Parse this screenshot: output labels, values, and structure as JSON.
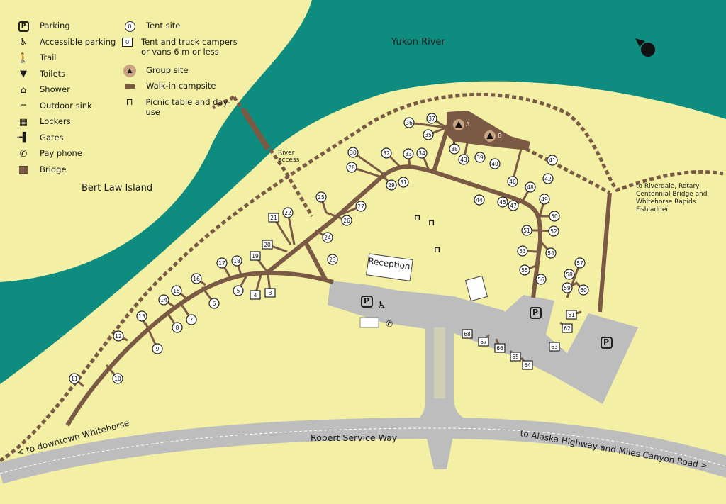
{
  "legend": {
    "left": [
      {
        "icon": "parking-icon",
        "glyph": "P",
        "label": "Parking"
      },
      {
        "icon": "accessible-parking-icon",
        "glyph": "♿",
        "label": "Accessible parking"
      },
      {
        "icon": "trail-icon",
        "glyph": "🚶",
        "label": "Trail"
      },
      {
        "icon": "toilets-icon",
        "glyph": "▼",
        "label": "Toilets"
      },
      {
        "icon": "shower-icon",
        "glyph": "⌂",
        "label": "Shower"
      },
      {
        "icon": "outdoor-sink-icon",
        "glyph": "⌐",
        "label": "Outdoor sink"
      },
      {
        "icon": "lockers-icon",
        "glyph": "▦",
        "label": "Lockers"
      },
      {
        "icon": "gates-icon",
        "glyph": "┅▌",
        "label": "Gates"
      },
      {
        "icon": "pay-phone-icon",
        "glyph": "✆",
        "label": "Pay phone"
      },
      {
        "icon": "bridge-icon",
        "glyph": "",
        "label": "Bridge"
      }
    ],
    "right": [
      {
        "icon": "tent-site-icon",
        "glyph": "0",
        "label": "Tent site"
      },
      {
        "icon": "camper-site-icon",
        "glyph": "0",
        "label": "Tent and truck campers or vans 6 m or less"
      },
      {
        "icon": "group-site-icon",
        "glyph": "▲",
        "label": "Group site"
      },
      {
        "icon": "walk-in-campsite-icon",
        "glyph": "",
        "label": "Walk-in campsite"
      },
      {
        "icon": "picnic-table-icon",
        "glyph": "⊓",
        "label": "Picnic table and day-use"
      }
    ]
  },
  "labels": {
    "river": "Yukon River",
    "island": "Bert Law Island",
    "river_access": "River access",
    "riverdale": "to Riverdale, Rotary Centennial Bridge and Whitehorse Rapids Fishladder",
    "reception": "Reception",
    "road": "Robert Service Way",
    "to_downtown": "< to downtown Whitehorse",
    "to_alaska": "to Alaska Highway and Miles Canyon Road >",
    "group_a": "A",
    "group_b": "B",
    "parking": "P"
  },
  "tent_sites": [
    "5",
    "6",
    "7",
    "8",
    "9",
    "10",
    "11",
    "12",
    "13",
    "14",
    "15",
    "16",
    "17",
    "18",
    "22",
    "23",
    "24",
    "25",
    "26",
    "27",
    "28",
    "29",
    "30",
    "31",
    "32",
    "33",
    "34",
    "35",
    "36",
    "37",
    "38",
    "39",
    "40",
    "41",
    "42",
    "43",
    "44",
    "45",
    "46",
    "47",
    "48",
    "49",
    "50",
    "51",
    "52",
    "53",
    "54",
    "55",
    "56",
    "57",
    "58",
    "59",
    "60"
  ],
  "camper_sites": [
    "3",
    "4",
    "19",
    "20",
    "21",
    "61",
    "62",
    "63",
    "64",
    "65",
    "66",
    "67",
    "68"
  ],
  "colors": {
    "land": "#f3f0a6",
    "water": "#0e8c80",
    "trail": "#7a5a44",
    "road": "#bdbdbd"
  }
}
